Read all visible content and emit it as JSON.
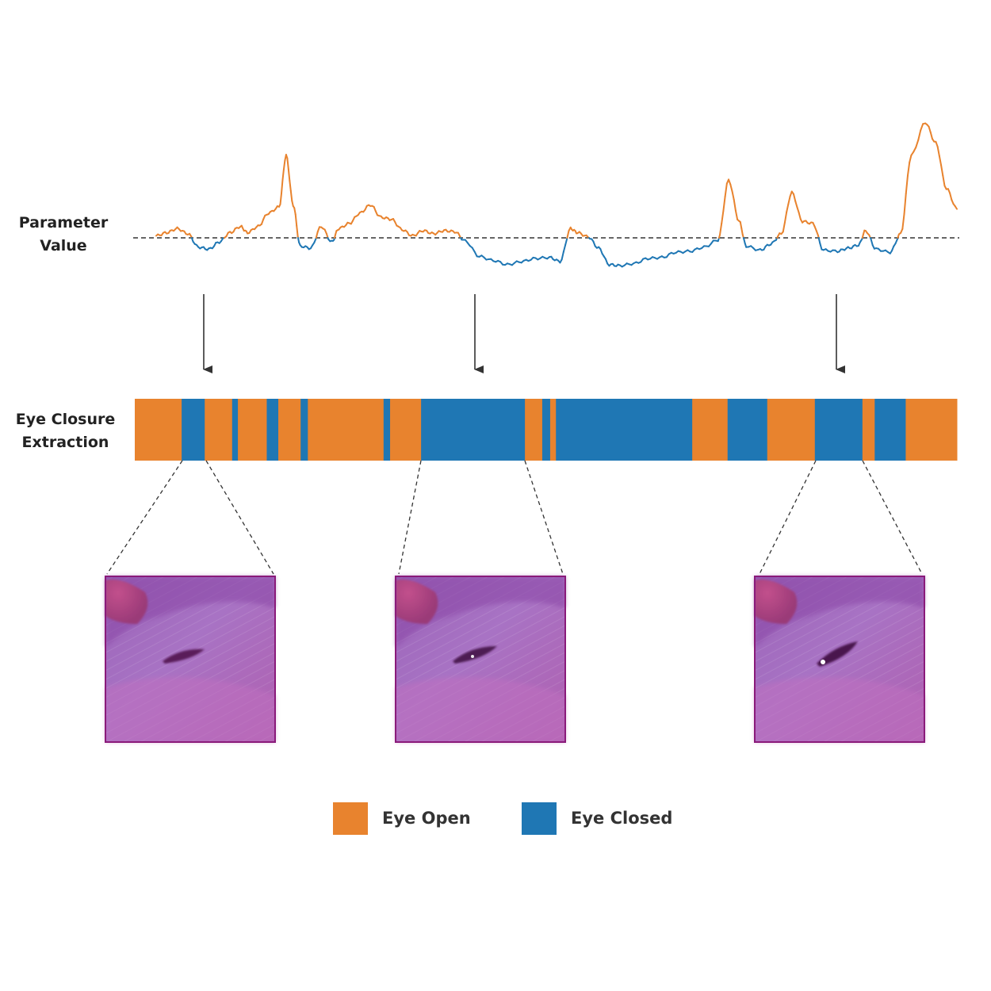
{
  "labels": {
    "parameter_line1": "Parameter",
    "parameter_line2": "Value",
    "extraction_line1": "Eye Closure",
    "extraction_line2": "Extraction"
  },
  "colors": {
    "open": "#e8832e",
    "closed": "#1f77b4",
    "arrow": "#333333",
    "threshold": "#333333"
  },
  "legend": {
    "open_label": "Eye Open",
    "closed_label": "Eye Closed"
  },
  "signal": {
    "threshold": 0,
    "samples": [
      [
        0,
        0.1
      ],
      [
        1.5,
        0.25
      ],
      [
        3,
        0.45
      ],
      [
        4.5,
        0.2
      ],
      [
        6,
        -0.45
      ],
      [
        7.5,
        -0.55
      ],
      [
        9,
        -0.2
      ],
      [
        10.5,
        0.25
      ],
      [
        12,
        0.55
      ],
      [
        13,
        0.25
      ],
      [
        14.5,
        0.55
      ],
      [
        16,
        1.2
      ],
      [
        17.5,
        1.5
      ],
      [
        18.5,
        4.0
      ],
      [
        19.5,
        1.6
      ],
      [
        20.5,
        -0.4
      ],
      [
        22,
        -0.5
      ],
      [
        23.5,
        0.55
      ],
      [
        25,
        -0.2
      ],
      [
        26,
        0.45
      ],
      [
        27.5,
        0.7
      ],
      [
        29,
        1.2
      ],
      [
        30.5,
        1.6
      ],
      [
        32,
        1.0
      ],
      [
        33.5,
        0.9
      ],
      [
        35,
        0.4
      ],
      [
        36.5,
        0.1
      ],
      [
        38,
        0.35
      ],
      [
        39.5,
        0.2
      ],
      [
        41,
        0.35
      ],
      [
        42.5,
        0.3
      ],
      [
        44,
        -0.15
      ],
      [
        46,
        -0.9
      ],
      [
        48,
        -1.1
      ],
      [
        50,
        -1.3
      ],
      [
        52,
        -1.15
      ],
      [
        54,
        -1.0
      ],
      [
        56,
        -0.95
      ],
      [
        57.5,
        -1.15
      ],
      [
        59,
        0.45
      ],
      [
        60,
        0.25
      ],
      [
        61.5,
        0.05
      ],
      [
        63,
        -0.5
      ],
      [
        64.5,
        -1.3
      ],
      [
        66,
        -1.35
      ],
      [
        68,
        -1.25
      ],
      [
        70,
        -1.0
      ],
      [
        72,
        -0.95
      ],
      [
        74,
        -0.7
      ],
      [
        76,
        -0.65
      ],
      [
        78,
        -0.45
      ],
      [
        80,
        -0.1
      ],
      [
        81.5,
        2.8
      ],
      [
        83,
        0.8
      ],
      [
        84,
        -0.4
      ],
      [
        86,
        -0.6
      ],
      [
        87.5,
        -0.3
      ],
      [
        89,
        0.2
      ],
      [
        90.5,
        2.2
      ],
      [
        92,
        0.8
      ],
      [
        93.5,
        0.7
      ],
      [
        95,
        -0.6
      ],
      [
        97,
        -0.65
      ],
      [
        98.5,
        -0.5
      ],
      [
        100,
        -0.35
      ],
      [
        101,
        0.35
      ],
      [
        102.5,
        -0.55
      ],
      [
        104.5,
        -0.7
      ],
      [
        106,
        0.2
      ],
      [
        107.5,
        4.0
      ],
      [
        109.5,
        5.6
      ],
      [
        111,
        4.6
      ],
      [
        112.5,
        2.4
      ],
      [
        114,
        1.4
      ]
    ],
    "xlim": [
      0,
      114
    ],
    "ylim": [
      -1.6,
      5.8
    ]
  },
  "closure": {
    "total": 114,
    "segments": [
      [
        "open",
        0,
        6.5
      ],
      [
        "closed",
        6.5,
        9.7
      ],
      [
        "open",
        9.7,
        13.5
      ],
      [
        "closed",
        13.5,
        14.3
      ],
      [
        "open",
        14.3,
        18.3
      ],
      [
        "closed",
        18.3,
        19.9
      ],
      [
        "open",
        19.9,
        23.0
      ],
      [
        "closed",
        23.0,
        24.0
      ],
      [
        "open",
        24.0,
        34.5
      ],
      [
        "closed",
        34.5,
        35.4
      ],
      [
        "open",
        35.4,
        39.7
      ],
      [
        "closed",
        39.7,
        54.1
      ],
      [
        "open",
        54.1,
        56.5
      ],
      [
        "closed",
        56.5,
        57.6
      ],
      [
        "open",
        57.6,
        58.4
      ],
      [
        "closed",
        58.4,
        77.3
      ],
      [
        "open",
        77.3,
        82.2
      ],
      [
        "closed",
        82.2,
        87.7
      ],
      [
        "open",
        87.7,
        94.3
      ],
      [
        "closed",
        94.3,
        100.9
      ],
      [
        "open",
        100.9,
        102.6
      ],
      [
        "closed",
        102.6,
        106.9
      ],
      [
        "open",
        106.9,
        114
      ]
    ]
  }
}
